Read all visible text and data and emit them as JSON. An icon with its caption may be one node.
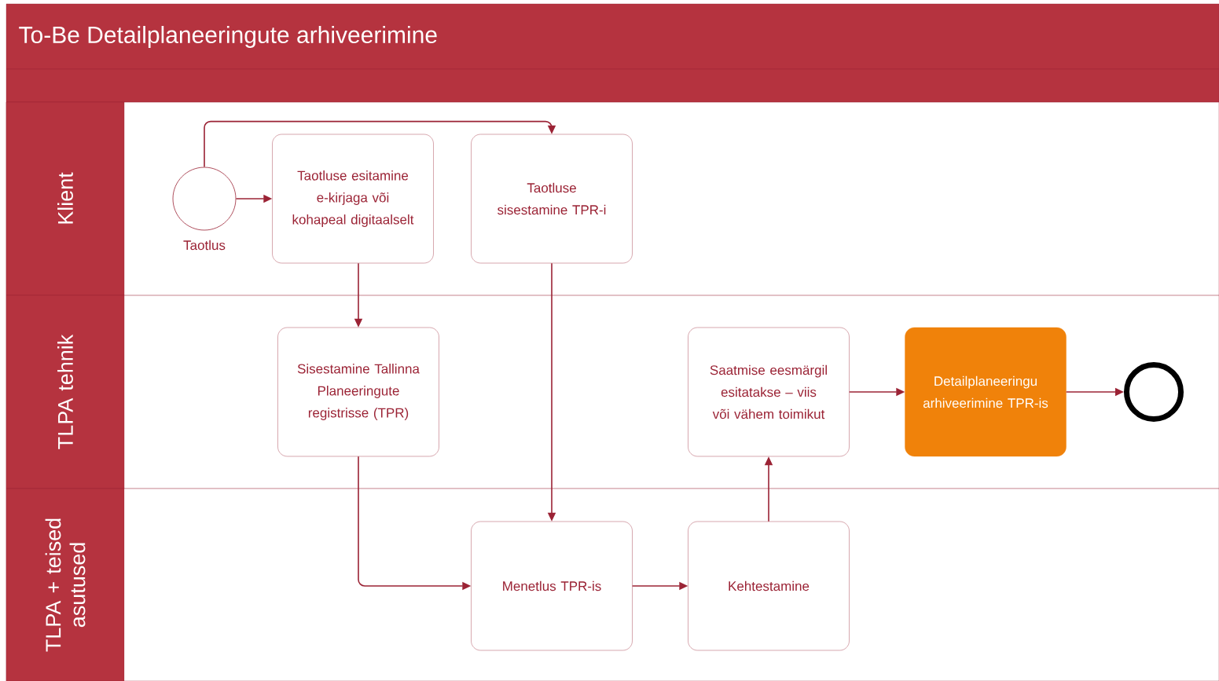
{
  "diagram": {
    "title": "To-Be Detailplaneeringute arhiveerimine",
    "nodes": [
      {
        "text": [
          "Klient"
        ]
      },
      {
        "text": [
          "TLPA tehnik"
        ]
      },
      {
        "text": [
          "TLPA + teised asutused"
        ]
      },
      {
        "text": [],
        "shape": "circle",
        "beside": [
          "Taotlus"
        ],
        "in": 0
      },
      {
        "text": [
          "Taotluse esitamine e-kirjaga või kohapeal digitaalselt"
        ],
        "in": 0
      },
      {
        "text": [
          "Taotluse sisestamine TPR-i"
        ],
        "in": 0
      },
      {
        "text": [
          "Sisestamine Tallinna Planeeringute registrisse (TPR)"
        ],
        "in": 1
      },
      {
        "text": [
          "Saatmise eesmärgil esitatakse – viis või vähem toimikut"
        ],
        "in": 1
      },
      {
        "text": [
          "Detailplaneeringu arhiveerimine TPR-is"
        ],
        "in": 1
      },
      {
        "text": [],
        "shape": "circle",
        "in": 1
      },
      {
        "text": [
          "Menetlus TPR-is"
        ],
        "in": 2
      },
      {
        "text": [
          "Kehtestamine"
        ],
        "in": 2
      }
    ],
    "edges": [
      {
        "from": 3,
        "to": 4,
        "arrow": "to"
      },
      {
        "from": 3,
        "to": 5,
        "arrow": "to"
      },
      {
        "from": 4,
        "to": 6,
        "arrow": "to"
      },
      {
        "from": 5,
        "to": 10,
        "arrow": "to"
      },
      {
        "from": 6,
        "to": 10,
        "arrow": "to"
      },
      {
        "from": 10,
        "to": 11,
        "arrow": "to"
      },
      {
        "from": 11,
        "to": 7,
        "arrow": "to"
      },
      {
        "from": 7,
        "to": 8,
        "arrow": "to"
      },
      {
        "from": 8,
        "to": 9,
        "arrow": "to"
      }
    ]
  }
}
